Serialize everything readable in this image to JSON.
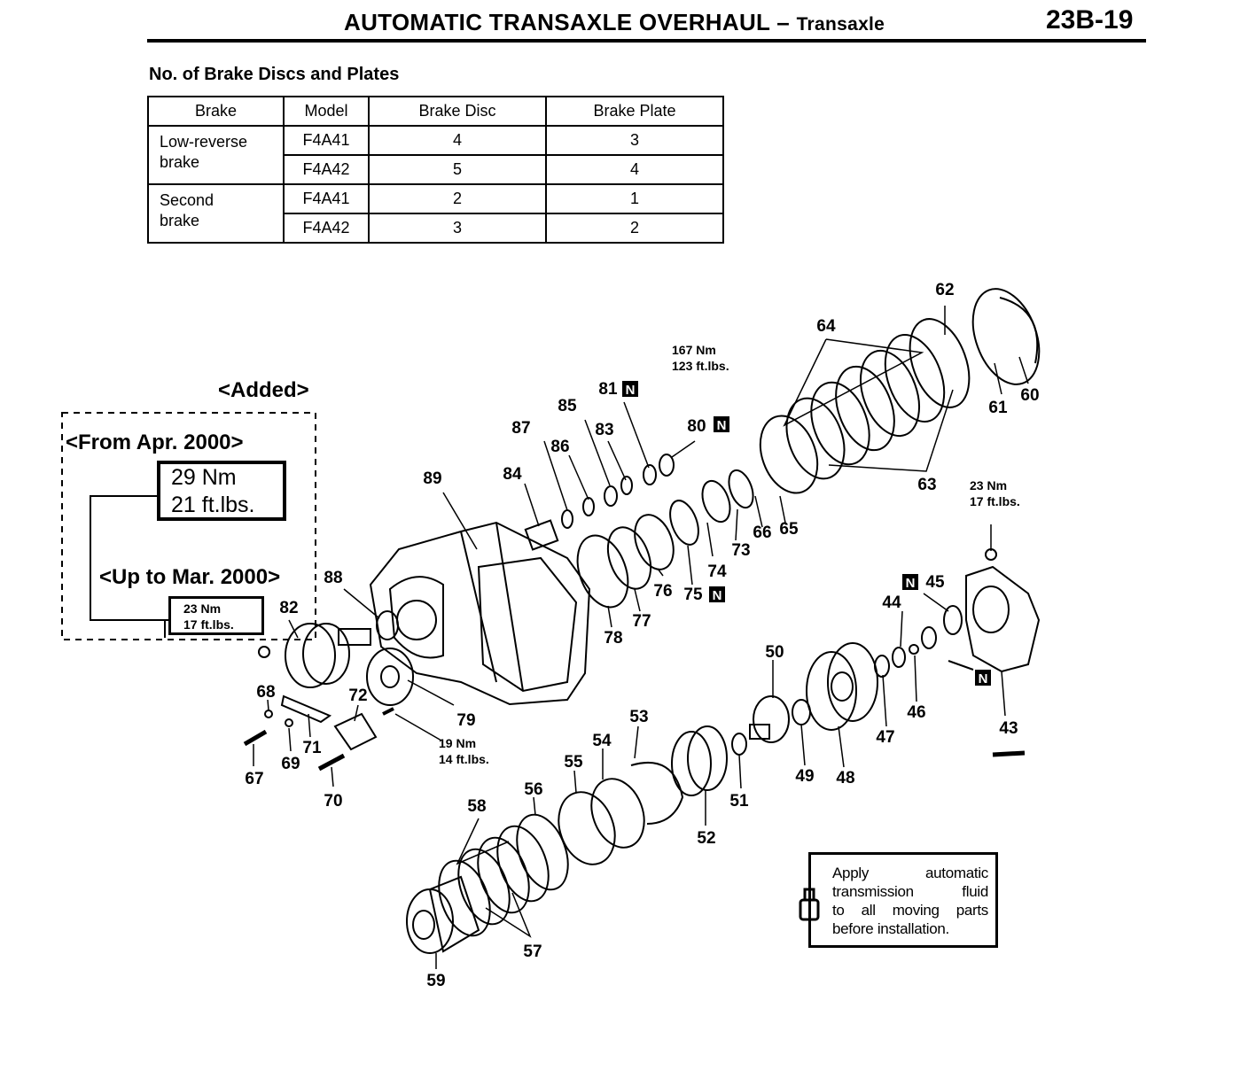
{
  "header": {
    "title": "AUTOMATIC TRANSAXLE OVERHAUL –",
    "subtitle": "Transaxle",
    "page_number": "23B-19"
  },
  "table": {
    "title": "No. of Brake Discs and Plates",
    "columns": [
      "Brake",
      "Model",
      "Brake Disc",
      "Brake Plate"
    ],
    "groups": [
      {
        "brake": [
          "Low-reverse",
          "brake"
        ],
        "rows": [
          {
            "model": "F4A41",
            "disc": "4",
            "plate": "3"
          },
          {
            "model": "F4A42",
            "disc": "5",
            "plate": "4"
          }
        ]
      },
      {
        "brake": [
          "Second",
          "brake"
        ],
        "rows": [
          {
            "model": "F4A41",
            "disc": "2",
            "plate": "1"
          },
          {
            "model": "F4A42",
            "disc": "3",
            "plate": "2"
          }
        ]
      }
    ]
  },
  "added_box": {
    "heading": "<Added>",
    "from_label": "<From Apr. 2000>",
    "torque_new": [
      "29  Nm",
      "21  ft.lbs."
    ],
    "upto_label": "<Up to Mar. 2000>",
    "torque_old": [
      "23  Nm",
      "17  ft.lbs."
    ]
  },
  "torques": {
    "t81": [
      "167  Nm",
      "123  ft.lbs."
    ],
    "t43": [
      "23  Nm",
      "17  ft.lbs."
    ],
    "t72": [
      "19  Nm",
      "14  ft.lbs."
    ]
  },
  "parts": [
    "43",
    "44",
    "45",
    "46",
    "47",
    "48",
    "49",
    "50",
    "51",
    "52",
    "53",
    "54",
    "55",
    "56",
    "57",
    "58",
    "59",
    "60",
    "61",
    "62",
    "63",
    "64",
    "65",
    "66",
    "67",
    "68",
    "69",
    "70",
    "71",
    "72",
    "73",
    "74",
    "75",
    "76",
    "77",
    "78",
    "79",
    "80",
    "81",
    "82",
    "83",
    "84",
    "85",
    "86",
    "87",
    "88",
    "89"
  ],
  "note": {
    "lines": [
      "Apply automatic",
      "transmission fluid",
      "to all moving parts",
      "before installation."
    ]
  }
}
